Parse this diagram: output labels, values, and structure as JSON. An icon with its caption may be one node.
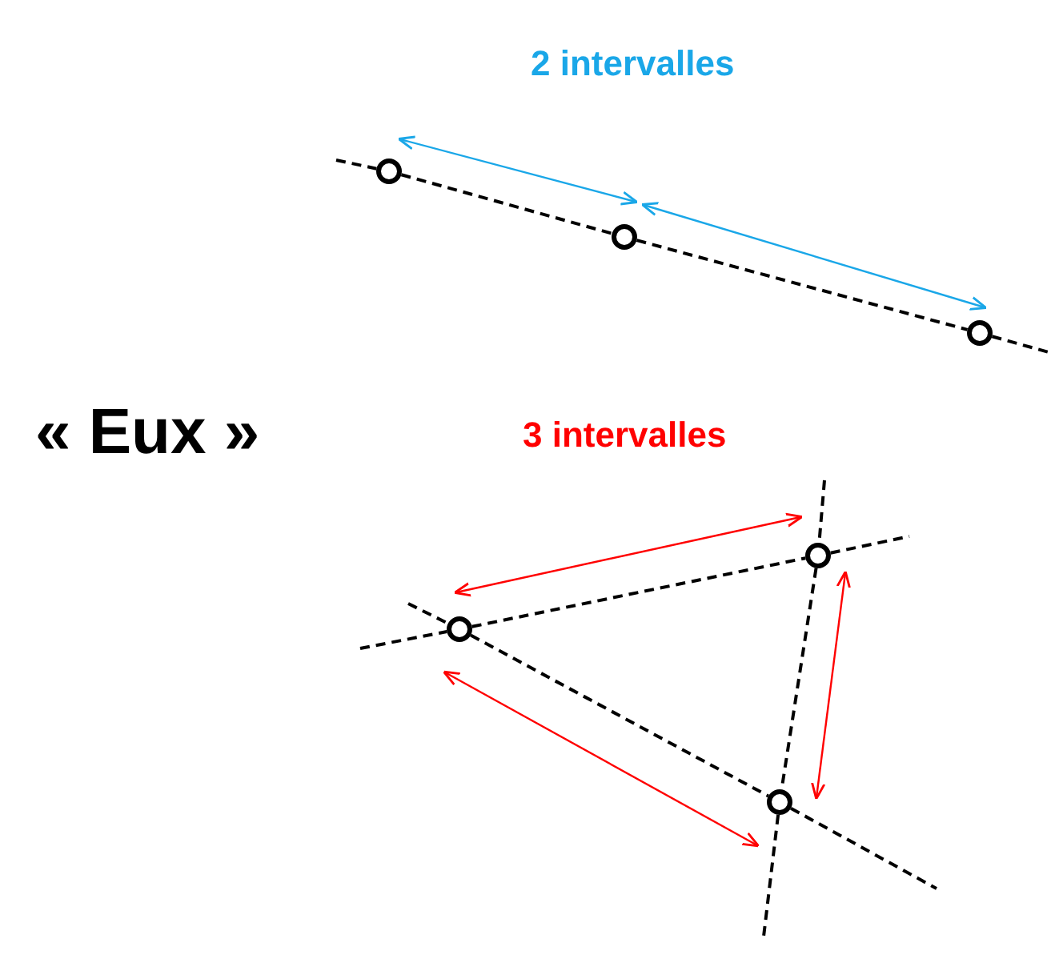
{
  "diagram": {
    "nodes": [
      {
        "text": [],
        "shape": "circle"
      },
      {
        "text": [],
        "shape": "circle"
      },
      {
        "text": [],
        "shape": "circle"
      },
      {
        "text": [],
        "shape": "circle"
      },
      {
        "text": [],
        "shape": "circle"
      },
      {
        "text": [],
        "shape": "circle"
      }
    ],
    "edges": [
      {
        "from": 0,
        "to": 1,
        "arrow": "none",
        "style": "dashed"
      },
      {
        "from": 1,
        "to": 2,
        "arrow": "none",
        "style": "dashed"
      },
      {
        "from": 3,
        "to": 4,
        "arrow": "none",
        "style": "dashed"
      },
      {
        "from": 3,
        "to": 5,
        "arrow": "none",
        "style": "dashed"
      },
      {
        "from": 4,
        "to": 5,
        "arrow": "none",
        "style": "dashed"
      },
      {
        "from": 0,
        "to": 1,
        "arrow": "both",
        "color": "#1aa7e8"
      },
      {
        "from": 1,
        "to": 2,
        "arrow": "both",
        "color": "#1aa7e8"
      },
      {
        "from": 3,
        "to": 4,
        "arrow": "both",
        "color": "#ff0000"
      },
      {
        "from": 4,
        "to": 5,
        "arrow": "both",
        "color": "#ff0000"
      },
      {
        "from": 3,
        "to": 5,
        "arrow": "both",
        "color": "#ff0000"
      }
    ],
    "labels": [
      "2 intervalles",
      "« Eux »",
      "3 intervalles"
    ]
  }
}
